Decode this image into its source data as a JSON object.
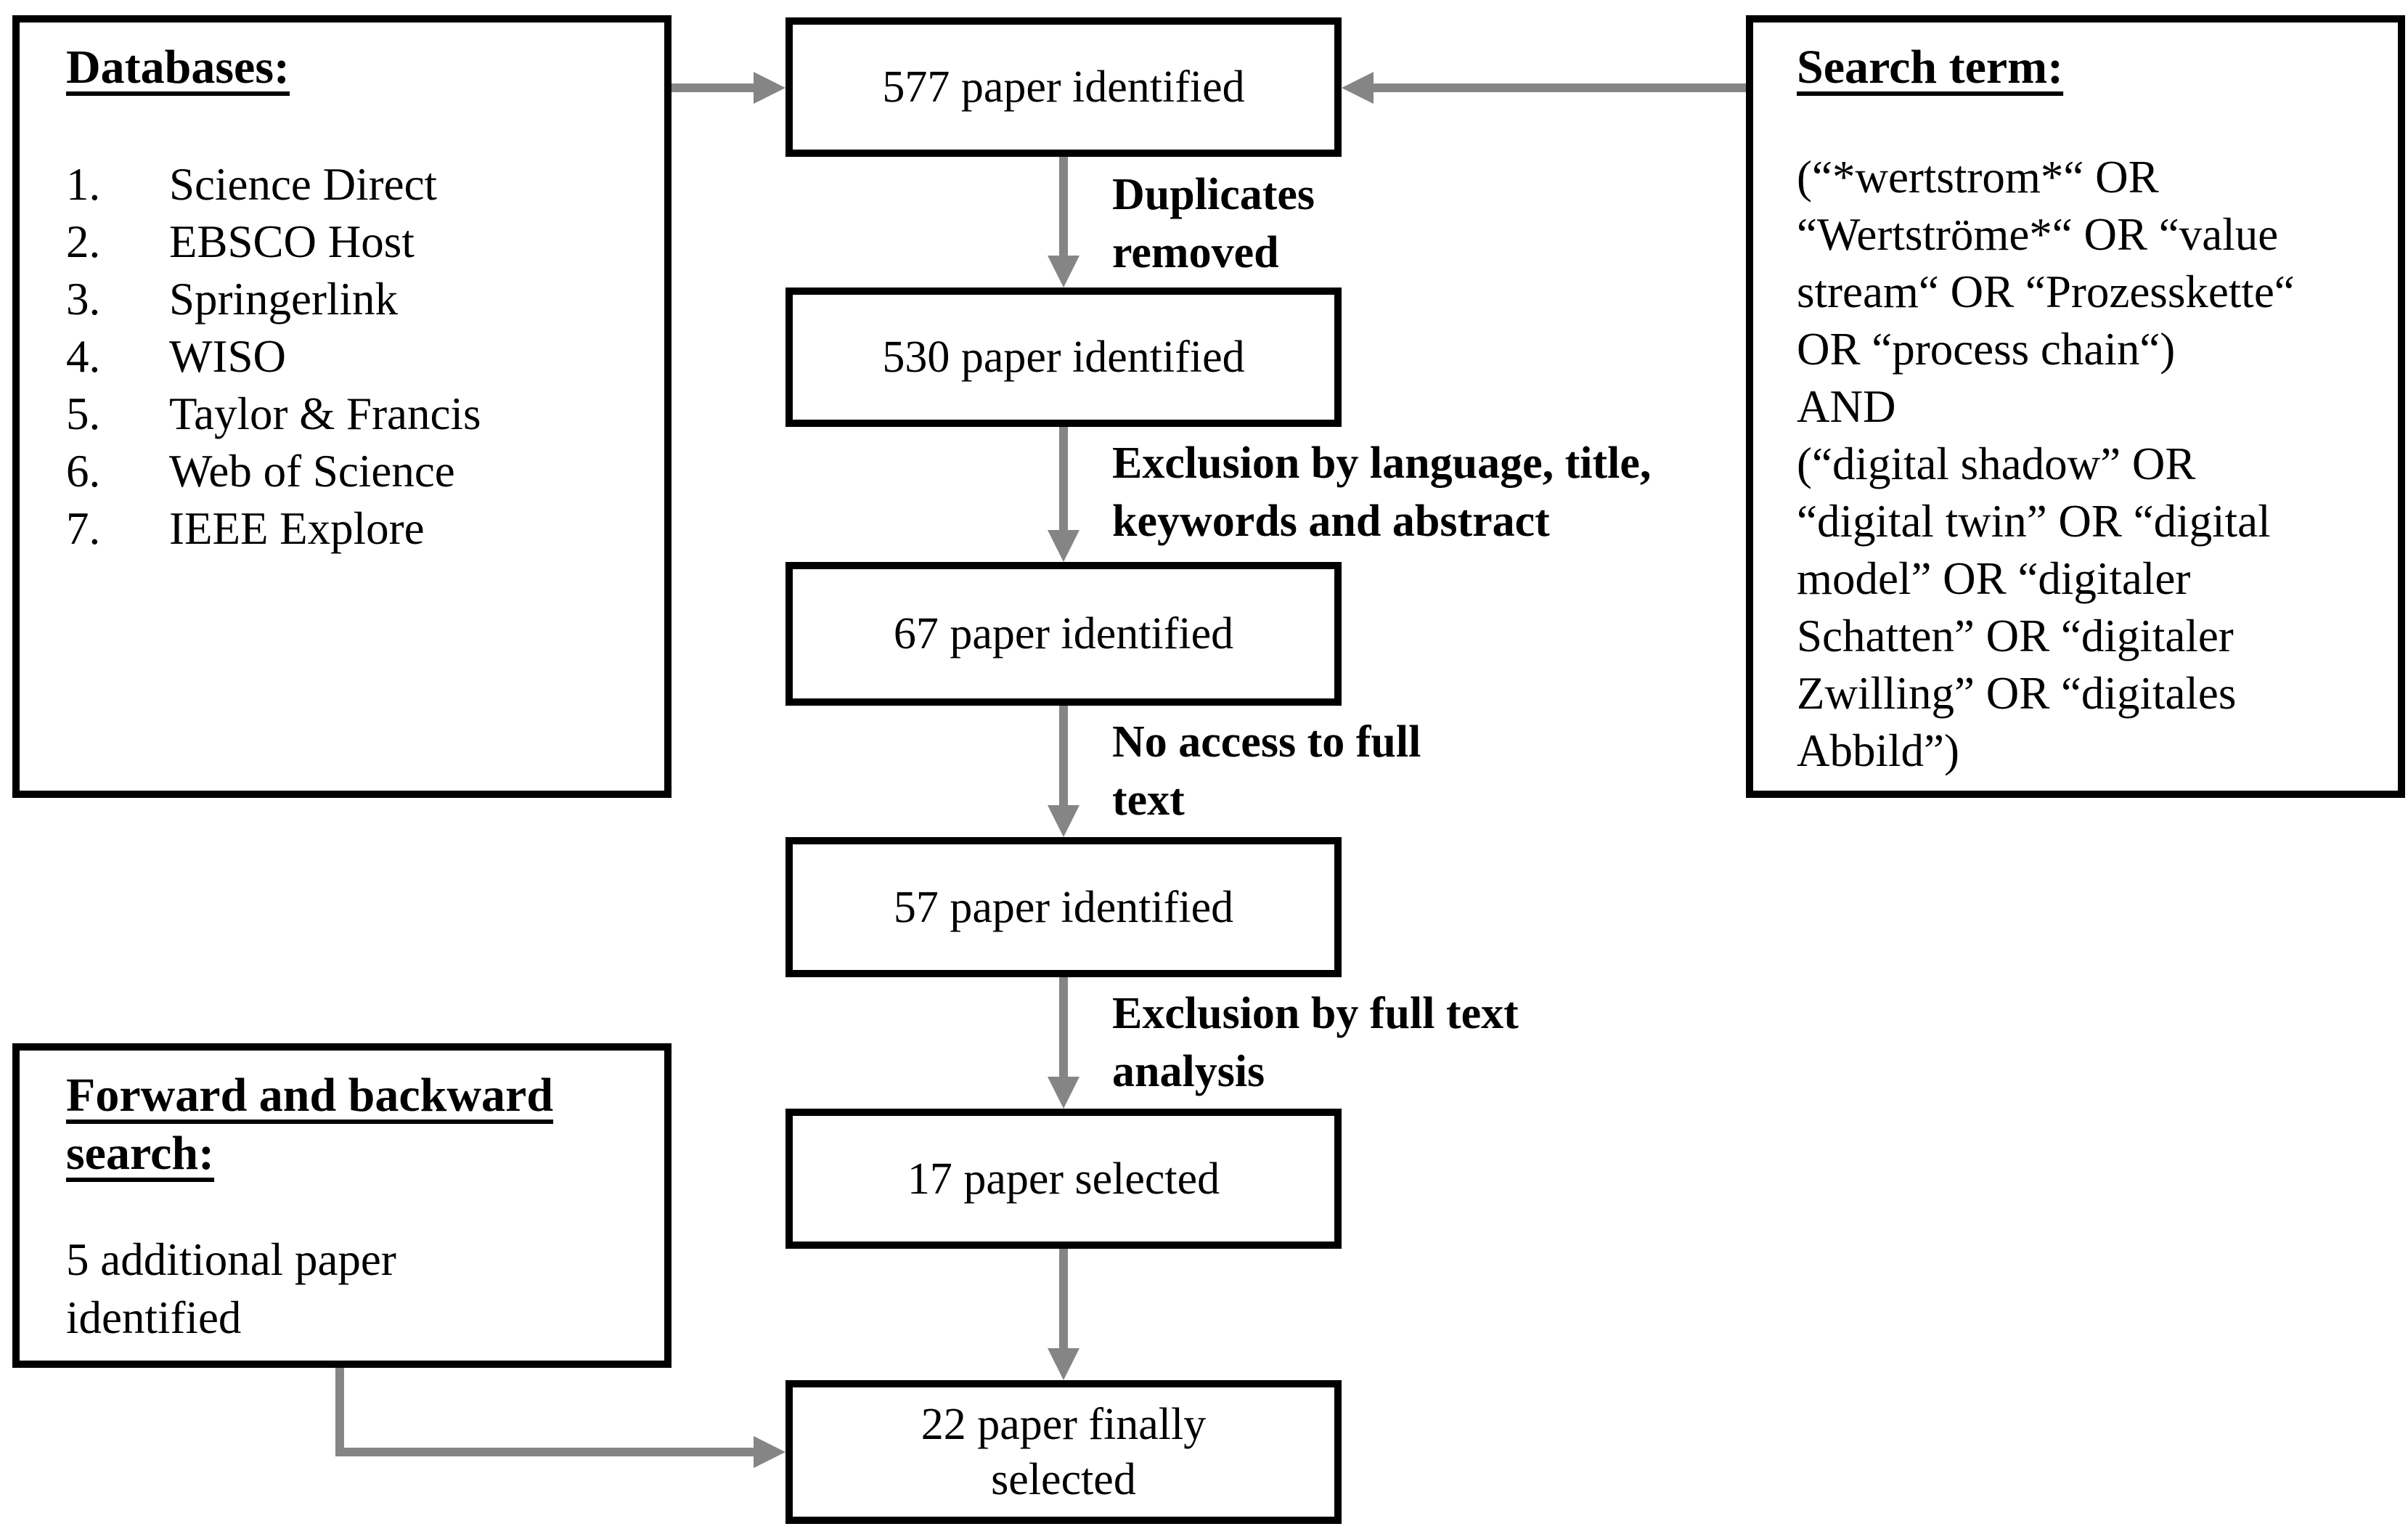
{
  "colors": {
    "background": "#ffffff",
    "box_border": "#000000",
    "arrow_gray": "#858585",
    "text": "#000000"
  },
  "databases_box": {
    "heading": "Databases:",
    "items": [
      {
        "num": "1.",
        "label": "Science Direct"
      },
      {
        "num": "2.",
        "label": "EBSCO Host"
      },
      {
        "num": "3.",
        "label": "Springerlink"
      },
      {
        "num": "4.",
        "label": "WISO"
      },
      {
        "num": "5.",
        "label": "Taylor & Francis"
      },
      {
        "num": "6.",
        "label": "Web of Science"
      },
      {
        "num": "7.",
        "label": "IEEE Explore"
      }
    ]
  },
  "search_box": {
    "heading": "Search term:",
    "lines": [
      "(“*wertstrom*“ OR",
      "“Wertströme*“ OR “value",
      "stream“ OR “Prozesskette“",
      "OR “process chain“)",
      "AND",
      "(“digital shadow” OR",
      "“digital twin” OR “digital",
      "model” OR “digitaler",
      "Schatten” OR “digitaler",
      "Zwilling” OR “digitales",
      "Abbild”)"
    ]
  },
  "forward_box": {
    "heading_line1": "Forward and backward",
    "heading_line2": "search:",
    "body_line1": "5 additional paper",
    "body_line2": "identified"
  },
  "flow_boxes": [
    "577 paper identified",
    "530 paper identified",
    "67 paper identified",
    "57 paper identified",
    "17 paper selected",
    "22 paper finally selected"
  ],
  "arrow_labels": [
    {
      "line1": "Duplicates",
      "line2": "removed"
    },
    {
      "line1": "Exclusion by language, title,",
      "line2": "keywords and abstract"
    },
    {
      "line1": "No access to full",
      "line2": "text"
    },
    {
      "line1": "Exclusion by full text",
      "line2": "analysis"
    }
  ]
}
